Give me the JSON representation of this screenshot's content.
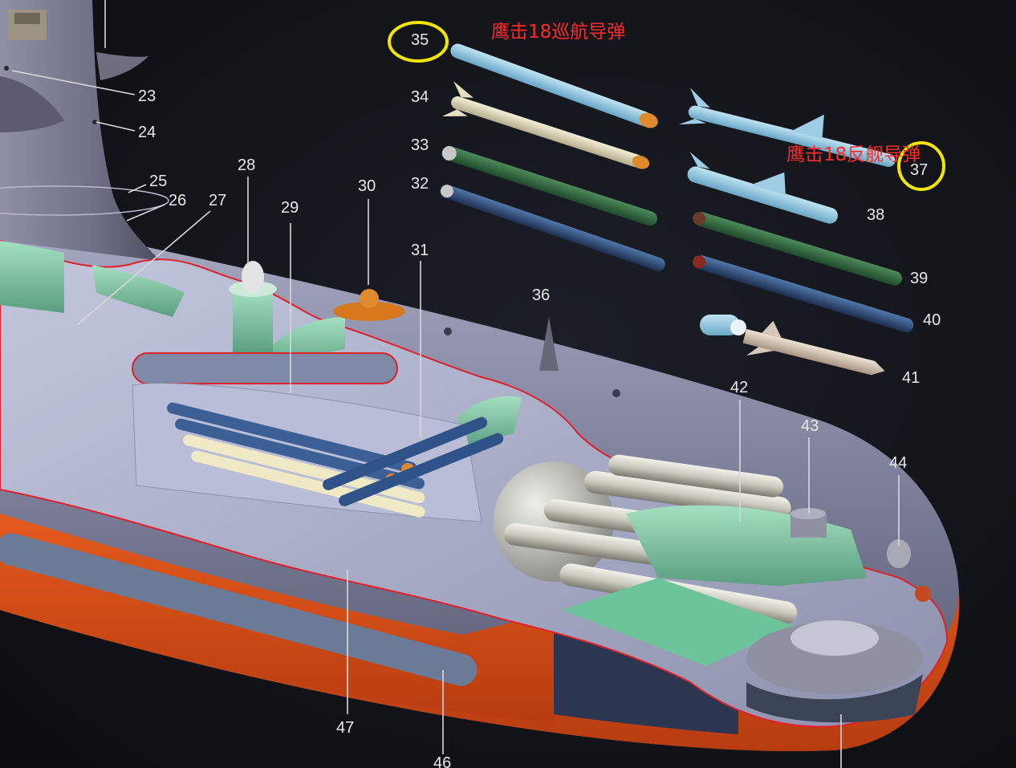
{
  "diagram": {
    "annotations": {
      "cruise_missile": "鹰击18巡航导弹",
      "antiship_missile": "鹰击18反舰导弹"
    },
    "highlight_color": "#f2e600",
    "annotation_color": "#ff2a2a",
    "callouts": {
      "n23": "23",
      "n24": "24",
      "n25": "25",
      "n26": "26",
      "n27": "27",
      "n28": "28",
      "n29": "29",
      "n30": "30",
      "n31": "31",
      "n32": "32",
      "n33": "33",
      "n34": "34",
      "n35": "35",
      "n36": "36",
      "n37": "37",
      "n38": "38",
      "n39": "39",
      "n40": "40",
      "n41": "41",
      "n42": "42",
      "n43": "43",
      "n44": "44",
      "n46": "46",
      "n47": "47"
    }
  }
}
